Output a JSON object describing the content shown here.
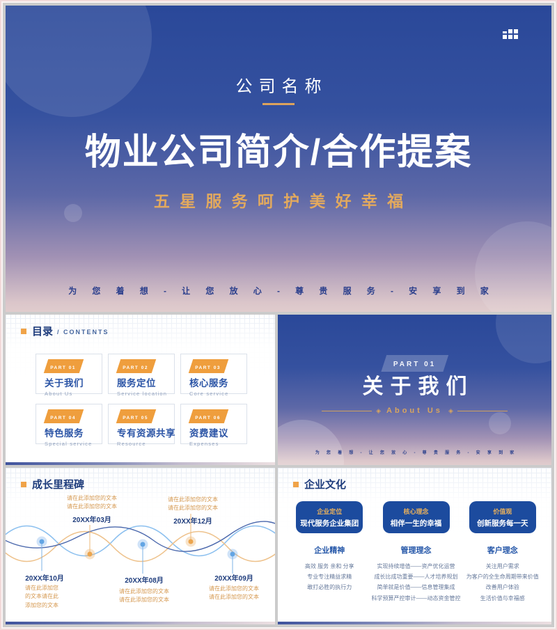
{
  "cover": {
    "company_name": "公司名称",
    "title": "物业公司简介/合作提案",
    "subtitle": "五星服务呵护美好幸福",
    "footer": "为您着想-让您放心-尊贵服务-安享到家"
  },
  "contents": {
    "header": "目录",
    "header_en": "/ CONTENTS",
    "items": [
      {
        "part": "PART 01",
        "title": "关于我们",
        "en": "About Us"
      },
      {
        "part": "PART 02",
        "title": "服务定位",
        "en": "Service location"
      },
      {
        "part": "PART 03",
        "title": "核心服务",
        "en": "Core service"
      },
      {
        "part": "PART 04",
        "title": "特色服务",
        "en": "Special service"
      },
      {
        "part": "PART 05",
        "title": "专有资源共享",
        "en": "Resource"
      },
      {
        "part": "PART 06",
        "title": "资费建议",
        "en": "Expenses"
      }
    ]
  },
  "section": {
    "part": "PART 01",
    "title": "关于我们",
    "en": "About Us",
    "diamond_icon": "◈",
    "footer": "为您着想-让您放心-尊贵服务-安享到家"
  },
  "milestones": {
    "header": "成长里程碑",
    "above": [
      {
        "date": "20XX年03月",
        "lines": [
          "请在此添加您的文本",
          "请在此添加您的文本"
        ]
      },
      {
        "date": "20XX年12月",
        "lines": [
          "请在此添加您的文本",
          "请在此添加您的文本"
        ]
      }
    ],
    "below": [
      {
        "date": "20XX年10月",
        "lines": [
          "请在此添加您",
          "的文本请在此",
          "添加您的文本"
        ]
      },
      {
        "date": "20XX年08月",
        "lines": [
          "请在此添加您的文本",
          "请在此添加您的文本"
        ]
      },
      {
        "date": "20XX年09月",
        "lines": [
          "请在此添加您的文本",
          "请在此添加您的文本"
        ]
      }
    ]
  },
  "culture": {
    "header": "企业文化",
    "columns": [
      {
        "box_title": "企业定位",
        "box_sub": "现代服务企业集团",
        "heading": "企业精神",
        "lines": [
          "高效 服务 亲和 分享",
          "专业专注精益求精",
          "敢打必胜的执行力"
        ]
      },
      {
        "box_title": "核心理念",
        "box_sub": "相伴一生的幸福",
        "heading": "管理理念",
        "lines": [
          "实现持续增值——资产优化运营",
          "成长比成功重要——人才培养规划",
          "简单就是价值——信息管理集成",
          "科学预算严控审计——动态资金管控"
        ]
      },
      {
        "box_title": "价值观",
        "box_sub": "创新服务每一天",
        "heading": "客户理念",
        "lines": [
          "关注用户需求",
          "为客户的全生命周期带来价值",
          "改善用户体验",
          "生活价值与幸福感"
        ]
      }
    ]
  },
  "colors": {
    "accent_gold": "#dda35c",
    "accent_orange": "#ef9e3d",
    "brand_blue": "#1c4b9e",
    "gradient_top": "#2a4899",
    "gradient_bottom": "#e0cccd"
  }
}
